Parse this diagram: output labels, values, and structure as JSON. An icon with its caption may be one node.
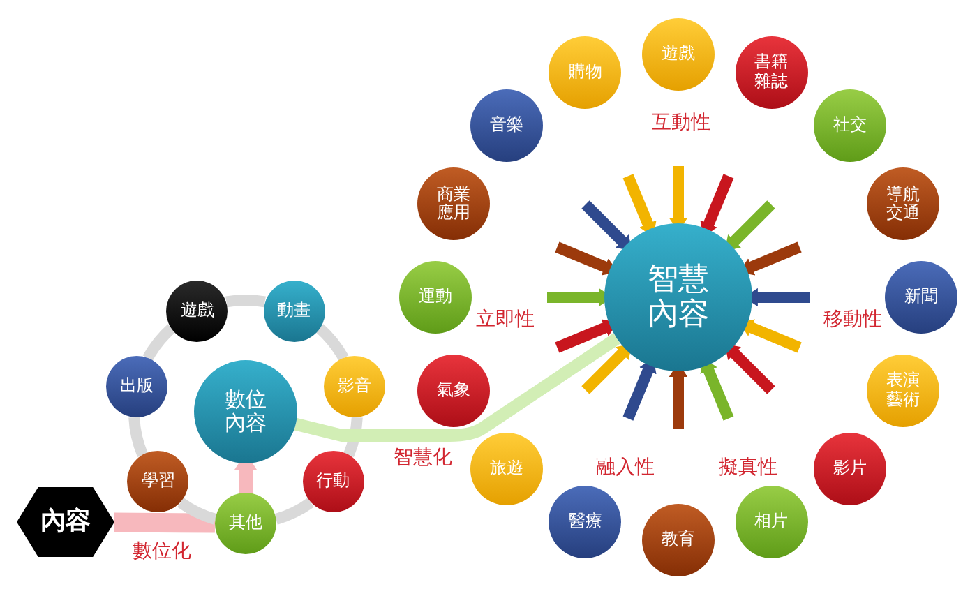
{
  "diagram": {
    "nodes": [
      {
        "text": [
          "內容"
        ]
      },
      {
        "text": [
          "數位內容"
        ]
      },
      {
        "text": [
          "遊戲"
        ]
      },
      {
        "text": [
          "動畫"
        ]
      },
      {
        "text": [
          "影音"
        ]
      },
      {
        "text": [
          "行動"
        ]
      },
      {
        "text": [
          "其他"
        ]
      },
      {
        "text": [
          "學習"
        ]
      },
      {
        "text": [
          "出版"
        ]
      },
      {
        "text": [
          "智慧內容"
        ]
      },
      {
        "text": [
          "遊戲"
        ]
      },
      {
        "text": [
          "書籍雜誌"
        ]
      },
      {
        "text": [
          "社交"
        ]
      },
      {
        "text": [
          "導航交通"
        ]
      },
      {
        "text": [
          "新聞"
        ]
      },
      {
        "text": [
          "表演藝術"
        ]
      },
      {
        "text": [
          "影片"
        ]
      },
      {
        "text": [
          "相片"
        ]
      },
      {
        "text": [
          "教育"
        ]
      },
      {
        "text": [
          "醫療"
        ]
      },
      {
        "text": [
          "旅遊"
        ]
      },
      {
        "text": [
          "氣象"
        ]
      },
      {
        "text": [
          "運動"
        ]
      },
      {
        "text": [
          "商業應用"
        ]
      },
      {
        "text": [
          "音樂"
        ]
      },
      {
        "text": [
          "購物"
        ]
      }
    ],
    "edges": [
      {
        "from": 0,
        "to": 6,
        "arrow": "none",
        "label": "數位化",
        "color": "#f7b8bd"
      },
      {
        "from": 6,
        "to": 1,
        "arrow": "to",
        "color": "#f7b8bd"
      },
      {
        "from": 2,
        "to": 3,
        "arrow": "none"
      },
      {
        "from": 3,
        "to": 4,
        "arrow": "none"
      },
      {
        "from": 4,
        "to": 5,
        "arrow": "none"
      },
      {
        "from": 5,
        "to": 6,
        "arrow": "none"
      },
      {
        "from": 6,
        "to": 7,
        "arrow": "none"
      },
      {
        "from": 7,
        "to": 8,
        "arrow": "none"
      },
      {
        "from": 8,
        "to": 2,
        "arrow": "none"
      },
      {
        "from": 1,
        "to": 9,
        "arrow": "none",
        "label": "智慧化",
        "color": "#d2eeb5"
      },
      {
        "from": null,
        "to": 9,
        "arrow": "to",
        "color": "#f2b400"
      },
      {
        "from": null,
        "to": 9,
        "arrow": "to",
        "color": "#c8161e"
      },
      {
        "from": null,
        "to": 9,
        "arrow": "to",
        "color": "#7ab52a"
      },
      {
        "from": null,
        "to": 9,
        "arrow": "to",
        "color": "#9c3a0c"
      },
      {
        "from": null,
        "to": 9,
        "arrow": "to",
        "color": "#2f4a8e"
      },
      {
        "from": null,
        "to": 9,
        "arrow": "to",
        "color": "#f2b400"
      },
      {
        "from": null,
        "to": 9,
        "arrow": "to",
        "color": "#c8161e"
      },
      {
        "from": null,
        "to": 9,
        "arrow": "to",
        "color": "#7ab52a"
      },
      {
        "from": null,
        "to": 9,
        "arrow": "to",
        "color": "#9c3a0c"
      },
      {
        "from": null,
        "to": 9,
        "arrow": "to",
        "color": "#2f4a8e"
      },
      {
        "from": null,
        "to": 9,
        "arrow": "to",
        "color": "#f2b400"
      },
      {
        "from": null,
        "to": 9,
        "arrow": "to",
        "color": "#c8161e"
      },
      {
        "from": null,
        "to": 9,
        "arrow": "to",
        "color": "#7ab52a"
      },
      {
        "from": null,
        "to": 9,
        "arrow": "to",
        "color": "#9c3a0c"
      },
      {
        "from": null,
        "to": 9,
        "arrow": "to",
        "color": "#2f4a8e"
      },
      {
        "from": null,
        "to": 9,
        "arrow": "to",
        "color": "#f2b400"
      }
    ],
    "labels": [
      "互動性",
      "立即性",
      "移動性",
      "融入性",
      "擬真性"
    ]
  }
}
